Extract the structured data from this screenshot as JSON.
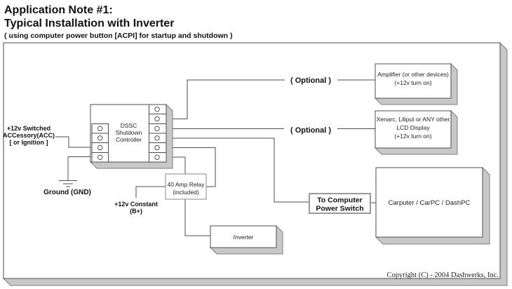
{
  "header": {
    "title_line1": "Application Note #1:",
    "title_line2": "Typical Installation with Inverter",
    "subtitle": "( using computer power button [ACPI] for startup and shutdown )"
  },
  "diagram": {
    "controller": {
      "line1": "DSSC",
      "line2": "Shutdown",
      "line3": "Controller"
    },
    "acc_label": {
      "line1": "+12v Switched",
      "line2": "ACCessory(ACC)",
      "line3": "[ or Ignition ]"
    },
    "ground_label": "Ground (GND)",
    "constant_label": {
      "line1": "+12v Constant",
      "line2": "(B+)"
    },
    "optional_label_top": "( Optional )",
    "optional_label_mid": "( Optional )",
    "relay": {
      "line1": "40 Amp Relay",
      "line2": "(included)"
    },
    "inverter_label": "Inverter",
    "power_switch": {
      "line1": "To Computer",
      "line2": "Power Switch"
    },
    "amplifier": {
      "line1": "Amplifier (or other devices)",
      "line2": "(+12v turn on)"
    },
    "lcd": {
      "line1": "Xenarc, Liliput or ANY other",
      "line2": "LCD Display",
      "line3": "(+12v turn on)"
    },
    "carputer_label": "Carputer / CarPC / DashPC"
  },
  "footer": {
    "copyright": "Copyright (C) - 2004 Dashwerks, Inc."
  },
  "colors": {
    "shadow_gray": "#c8c8c8",
    "wire": "#4d4d4d",
    "gray_border": "#8a8a8a",
    "text": "#111111"
  }
}
